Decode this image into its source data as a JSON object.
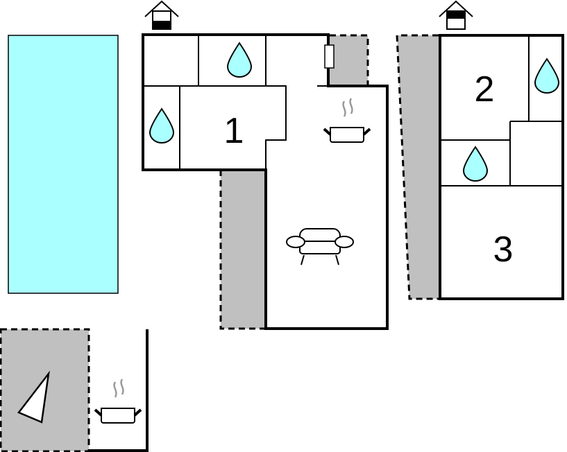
{
  "rooms": {
    "room1": "1",
    "room2": "2",
    "room3": "3"
  },
  "icons": [
    "house-entrance-icon",
    "water-drop-icon",
    "cooking-pot-icon",
    "sofa-icon",
    "compass-north-icon"
  ],
  "colors": {
    "pool": "#aaffff",
    "terrace": "#c0c0c0",
    "drop": "#aaffff",
    "wall": "#000000",
    "steam": "#999999"
  }
}
